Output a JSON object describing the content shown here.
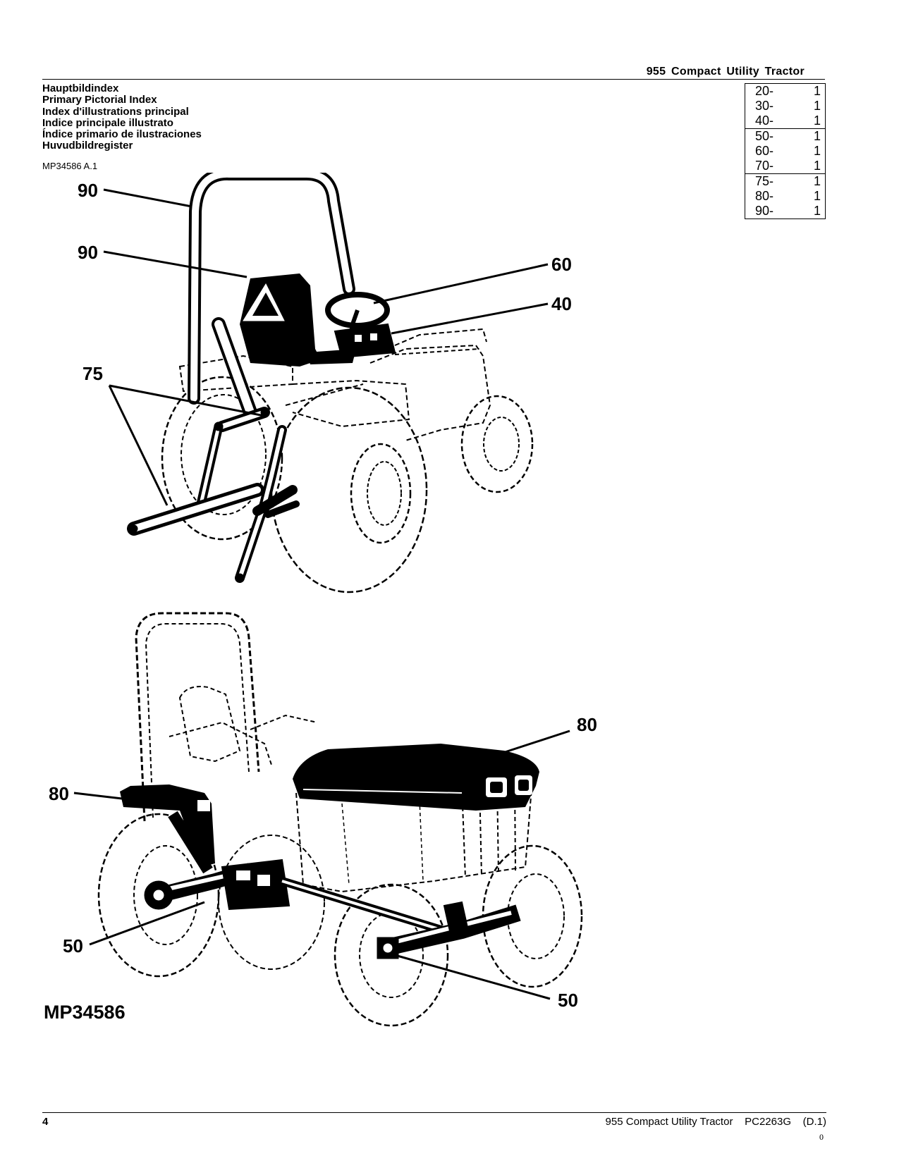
{
  "header": {
    "title": "955 Compact Utility Tractor"
  },
  "titles": [
    "Hauptbildindex",
    "Primary Pictorial Index",
    "Index d'illustrations principal",
    "Indice principale illustrato",
    "Índice primario de ilustraciones",
    "Huvudbildregister"
  ],
  "figure_ref": "MP34586 A.1",
  "index_groups": [
    [
      {
        "section": "20-",
        "page": "1"
      },
      {
        "section": "30-",
        "page": "1"
      },
      {
        "section": "40-",
        "page": "1"
      }
    ],
    [
      {
        "section": "50-",
        "page": "1"
      },
      {
        "section": "60-",
        "page": "1"
      },
      {
        "section": "70-",
        "page": "1"
      }
    ],
    [
      {
        "section": "75-",
        "page": "1"
      },
      {
        "section": "80-",
        "page": "1"
      },
      {
        "section": "90-",
        "page": "1"
      }
    ]
  ],
  "figure": {
    "callouts": {
      "top": [
        "90",
        "90",
        "60",
        "40",
        "75"
      ],
      "bottom": [
        "80",
        "80",
        "50",
        "50"
      ]
    },
    "id_label": "MP34586"
  },
  "footer": {
    "page_number": "4",
    "doc": "955 Compact Utility Tractor    PC2263G    (D.1)",
    "mark": "0"
  }
}
